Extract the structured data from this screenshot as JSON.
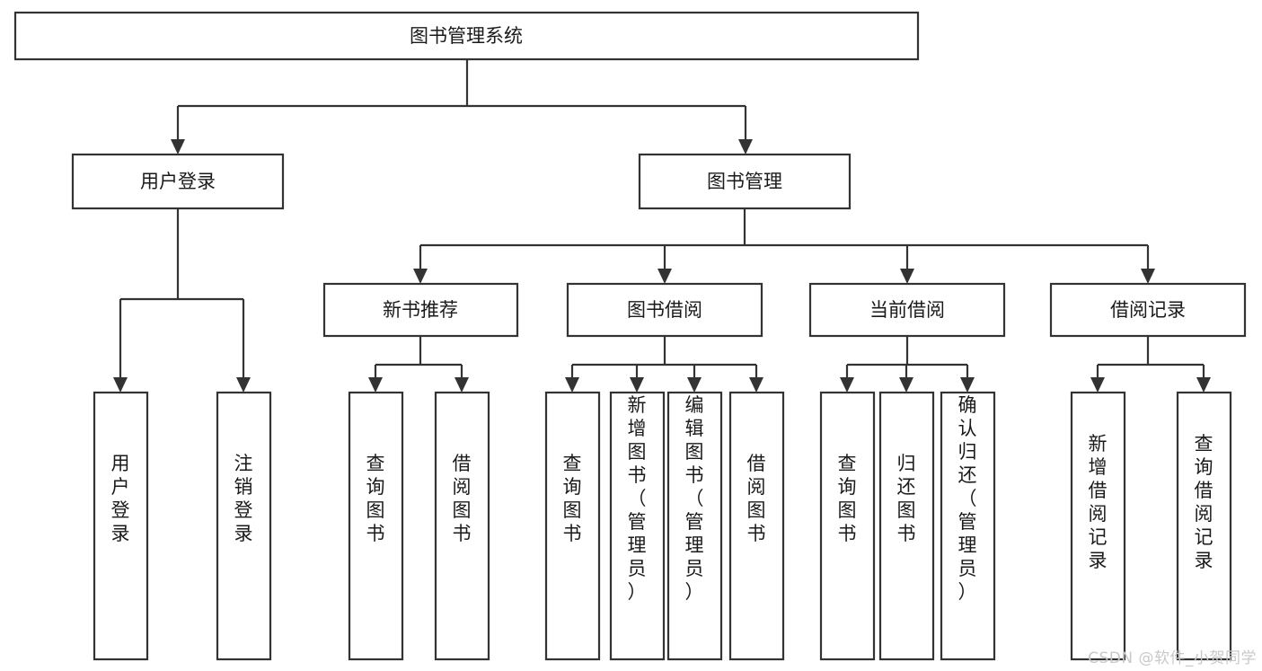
{
  "diagram": {
    "title": "图书管理系统",
    "type": "tree",
    "colors": {
      "stroke": "#333333",
      "box_fill": "#ffffff",
      "text": "#1a1a1a",
      "background": "#ffffff",
      "watermark": "#c9c9c9"
    },
    "levels": {
      "root": {
        "label": "图书管理系统"
      },
      "level2": [
        {
          "label": "用户登录"
        },
        {
          "label": "图书管理"
        }
      ],
      "level3": [
        {
          "label": "新书推荐"
        },
        {
          "label": "图书借阅"
        },
        {
          "label": "当前借阅"
        },
        {
          "label": "借阅记录"
        }
      ],
      "leaves": {
        "user_login": [
          {
            "label": "用户登录"
          },
          {
            "label": "注销登录"
          }
        ],
        "new_book_recommend": [
          {
            "label": "查询图书"
          },
          {
            "label": "借阅图书"
          }
        ],
        "book_borrow": [
          {
            "label": "查询图书"
          },
          {
            "label": "新增图书（管理员）"
          },
          {
            "label": "编辑图书（管理员）"
          },
          {
            "label": "借阅图书"
          }
        ],
        "current_borrow": [
          {
            "label": "查询图书"
          },
          {
            "label": "归还图书"
          },
          {
            "label": "确认归还（管理员）"
          }
        ],
        "borrow_record": [
          {
            "label": "新增借阅记录"
          },
          {
            "label": "查询借阅记录"
          }
        ]
      }
    }
  },
  "watermark": {
    "text": "CSDN @软件_小贺同学"
  }
}
